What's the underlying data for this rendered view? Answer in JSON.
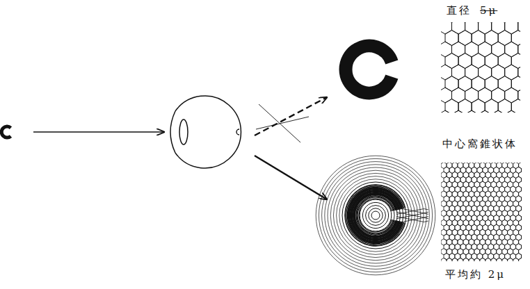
{
  "diagram": {
    "labels": [
      "直径",
      "5μ",
      "中心窩錐状体",
      "平均約 2μ"
    ]
  }
}
